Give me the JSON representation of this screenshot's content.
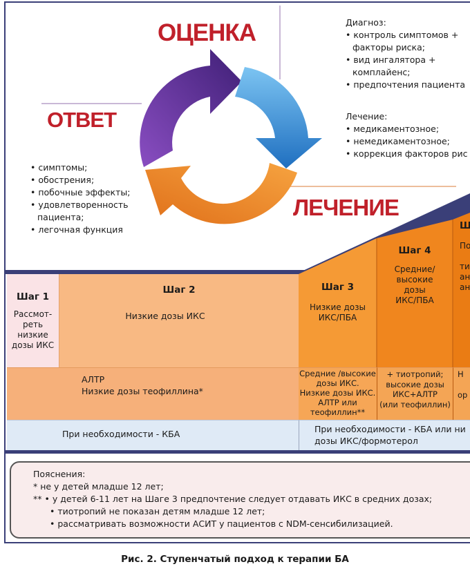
{
  "cycle": {
    "assessment": "ОЦЕНКА",
    "response": "ОТВЕТ",
    "treatment": "ЛЕЧЕНИЕ"
  },
  "diagnosis": {
    "title": "Диагноз:",
    "items": [
      "• контроль симптомов +",
      "  факторы риска;",
      "• вид ингалятора +",
      "  комплайенс;",
      "• предпочтения пациента"
    ]
  },
  "treatment_block": {
    "title": "Лечение:",
    "items": [
      "• медикаментозное;",
      "• немедикаментозное;",
      "• коррекция факторов рис"
    ]
  },
  "response_block": {
    "items": [
      "• симптомы;",
      "• обострения;",
      "• побочные эффекты;",
      "• удовлетворенность",
      "  пациента;",
      "• легочная функция"
    ]
  },
  "steps": {
    "s1": {
      "name": "Шаг 1",
      "preferred": "Рассмот-\nреть низкие\nдозы ИКС"
    },
    "s2": {
      "name": "Шаг 2",
      "preferred": "Низкие дозы ИКС",
      "other": "АЛТР\nНизкие дозы теофиллина*"
    },
    "s3": {
      "name": "Шаг 3",
      "preferred": "Низкие дозы\nИКС/ПБА",
      "other": "Средние /высокие\nдозы ИКС.\nНизкие дозы ИКС.\nАЛТР или\nтеофиллин**"
    },
    "s4": {
      "name": "Шаг 4",
      "preferred": "Средние/\nвысокие\nдозы\nИКС/ПБА",
      "other": "+ тиотропий;\nвысокие дозы\nИКС+АЛТР\n(или теофиллин)"
    },
    "s5": {
      "name": "Ш",
      "preferred": "По\n\nтио\nан\nант",
      "other": "Н\n\nор"
    }
  },
  "reliever": {
    "left": "При необходимости - КБА",
    "right": "При необходимости - КБА или ни\nдозы ИКС/формотерол"
  },
  "notes": {
    "title": "Пояснения:",
    "line1": "* не у детей младше 12 лет;",
    "line2": "** • у детей 6-11 лет на Шаге 3 предпочтение следует отдавать ИКС в средних дозах;",
    "line3": "• тиотропий не показан детям младше 12 лет;",
    "line4": "• рассматривать возможности АСИТ у пациентов с NDM-сенсибилизацией."
  },
  "caption": "Рис. 2. Ступенчатый подход к терапии БА",
  "colors": {
    "purple": "#5a2d8c",
    "blue": "#2f8fd8",
    "orange": "#f08a1c",
    "red": "#c0202a",
    "navy": "#3a3f78"
  }
}
